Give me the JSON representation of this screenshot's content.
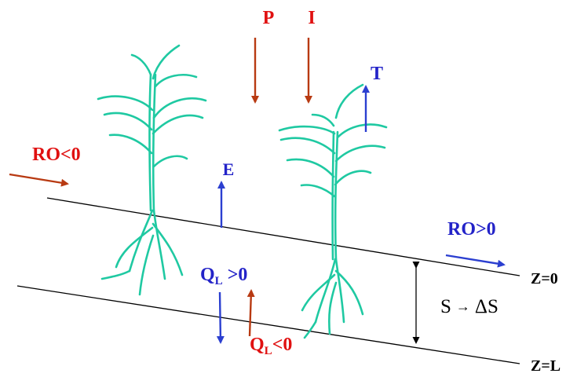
{
  "labels": {
    "precipitation": "P",
    "irrigation": "I",
    "transpiration": "T",
    "evaporation": "E",
    "runoff_in": "RO<0",
    "runoff_out": "RO>0",
    "lateral_flow_pos_main": "Q",
    "lateral_flow_pos_sub": "L",
    "lateral_flow_pos_tail": " >0",
    "lateral_flow_neg_main": "Q",
    "lateral_flow_neg_sub": "L",
    "lateral_flow_neg_tail": "<0",
    "storage_main": "S",
    "storage_arrow": "→",
    "storage_change": "ΔS",
    "surface_level": "Z=0",
    "bottom_level": "Z=L"
  },
  "colors": {
    "input_arrow": "#b83a12",
    "output_arrow": "#2b3fd0",
    "plant": "#1fc9a2",
    "line": "#000000",
    "red_text": "#e01010",
    "blue_text": "#2323c8"
  }
}
